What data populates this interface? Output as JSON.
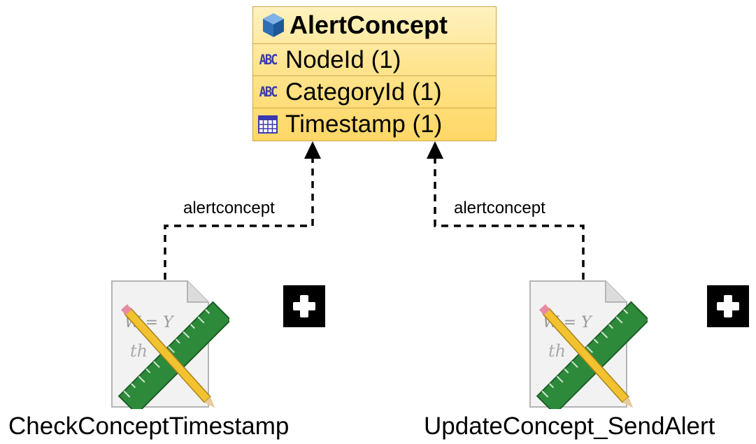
{
  "concept": {
    "title": "AlertConcept",
    "attributes": [
      {
        "icon": "text-type-icon",
        "label": "NodeId (1)"
      },
      {
        "icon": "text-type-icon",
        "label": "CategoryId (1)"
      },
      {
        "icon": "calendar-type-icon",
        "label": "Timestamp (1)"
      }
    ]
  },
  "edges": [
    {
      "label": "alertconcept",
      "style": "dashed"
    },
    {
      "label": "alertconcept",
      "style": "dashed"
    }
  ],
  "nodes": [
    {
      "label": "CheckConceptTimestamp",
      "icon": "formula-document-icon"
    },
    {
      "label": "UpdateConcept_SendAlert",
      "icon": "formula-document-icon"
    }
  ],
  "colors": {
    "box_fill": "#ffe48f",
    "box_border": "#c9a84a",
    "type_icon": "#3a3ab0"
  }
}
